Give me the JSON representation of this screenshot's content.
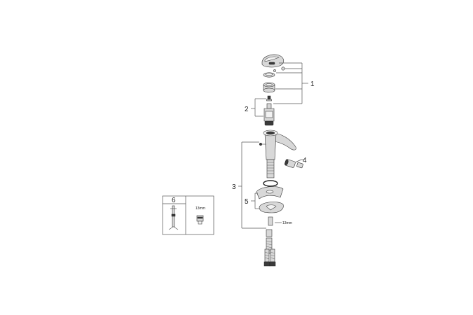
{
  "diagram": {
    "callouts": {
      "c1": "1",
      "c2": "2",
      "c3": "3",
      "c4": "4",
      "c5": "5"
    },
    "dimension_label": "13mm",
    "inset": {
      "number": "6",
      "dimension_label": "13mm"
    }
  }
}
